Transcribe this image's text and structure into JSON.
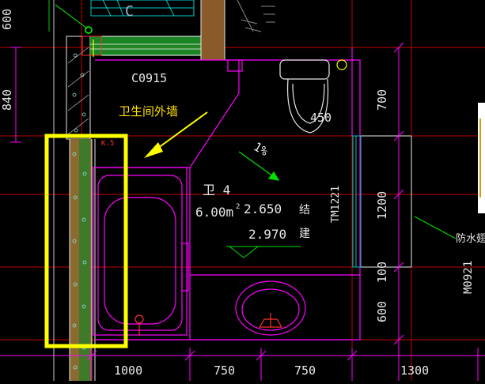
{
  "labels": {
    "window_code": "C0915",
    "annotation": "卫生间外墙",
    "slope": "1%",
    "room_name": "卫 4",
    "room_area": "6.00m",
    "area_sup": "2",
    "level_struct": "2.650",
    "struct_char": "结",
    "level_arch": "2.970",
    "arch_char": "建",
    "door_code": "TM1221",
    "dim_450": "450",
    "dim_right_700": "700",
    "dim_right_1200": "1200",
    "dim_right_100": "100",
    "dim_right_600": "600",
    "dim_left_600": "600",
    "dim_left_840": "840",
    "dim_bottom_1000": "1000",
    "dim_bottom_750a": "750",
    "dim_bottom_750b": "750",
    "dim_bottom_1300": "1300",
    "door_code_2": "M0921",
    "waterproof_note": "防水翅",
    "red_mark": "K.5"
  },
  "colors": {
    "background": "#000000",
    "wall_outline": "#ff00ff",
    "grid_axis": "#c00000",
    "dimension": "#ff00ff",
    "highlight_box": "#ffff00",
    "annotation_text": "#ffe000",
    "green_wall": "#1f9a2a",
    "brown_wall": "#a0522d",
    "cyan": "#00c8c8"
  }
}
